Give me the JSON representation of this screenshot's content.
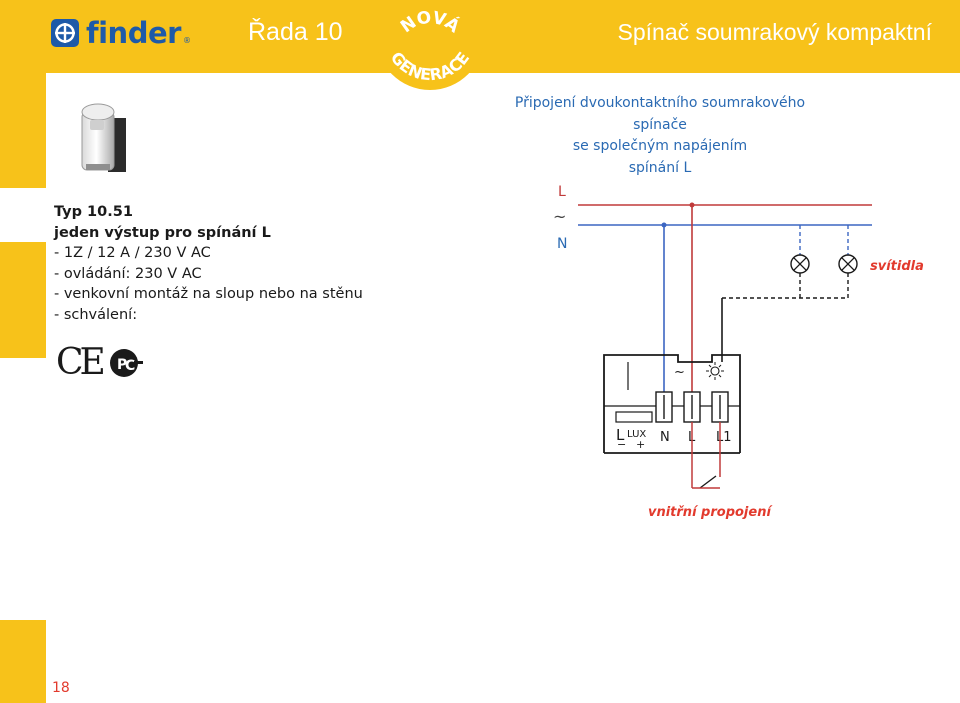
{
  "header": {
    "logo": "finder",
    "series": "Řada 10",
    "badge_line1": "NOVÁ",
    "badge_line2": "GENERACE",
    "title": "Spínač soumrakový kompaktní"
  },
  "colors": {
    "accent": "#f7c21a",
    "brand_blue": "#1e5aa8",
    "wire_red": "#c03a3a",
    "wire_blue": "#3c66c2",
    "label_red": "#e23a2d"
  },
  "product": {
    "type": "Typ 10.51",
    "output": "jeden výstup pro spínání L",
    "specs": [
      "- 1Z / 12 A / 230 V AC",
      "- ovládání: 230 V AC",
      "- venkovní montáž na sloup nebo na stěnu",
      "- schválení:"
    ],
    "approvals": [
      "CE",
      "PCT"
    ]
  },
  "diagram": {
    "title_lines": [
      "Připojení dvoukontaktního soumrakového spínače",
      "se společným napájením",
      "spínání L"
    ],
    "line_label": "L",
    "ac_symbol": "~",
    "neutral_label": "N",
    "lamps_label": "svítidla",
    "terminal_labels": [
      "N",
      "L",
      "L1"
    ],
    "lux_label": "LUX",
    "minus_symbol": "−",
    "plus_symbol": "+",
    "internal_link_label": "vnitřní propojení"
  },
  "page": {
    "number": "18"
  }
}
